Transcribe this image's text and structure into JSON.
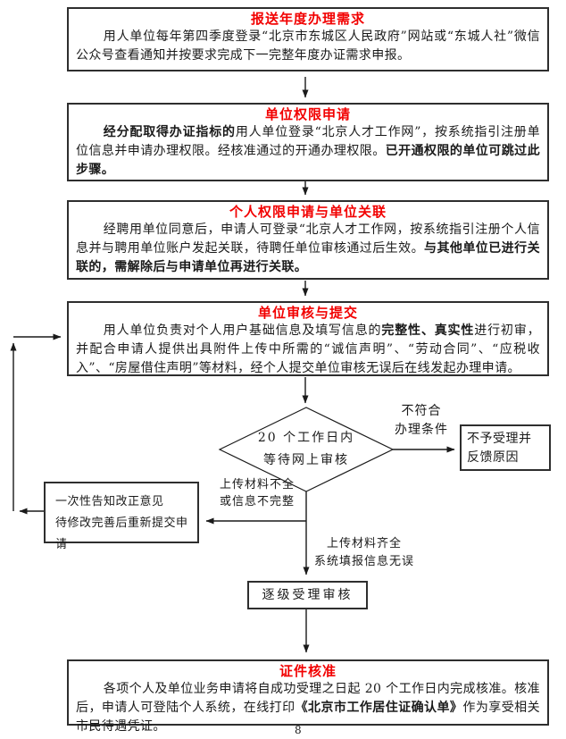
{
  "colors": {
    "title_red": "#f20000",
    "line_black": "#1a1a1a"
  },
  "flow": {
    "box1": {
      "title": "报送年度办理需求",
      "body": "用人单位每年第四季度登录“北京市东城区人民政府”网站或“东城人社”微信公众号查看通知并按要求完成下一完整年度办证需求申报。"
    },
    "box2": {
      "title": "单位权限申请",
      "seg1_bold": "经分配取得办证指标的",
      "seg2": "用人单位登录“北京人才工作网”，按系统指引注册单位信息并申请办理权限。经核准通过的开通办理权限。",
      "seg3_bold": "已开通权限的单位可跳过此步骤。"
    },
    "box3": {
      "title": "个人权限申请与单位关联",
      "seg1": "经聘用单位同意后，申请人可登录“北京人才工作网，按系统指引注册个人信息并与聘用单位账户发起关联，待聘任单位审核通过后生效。",
      "seg2_bold": "与其他单位已进行关联的，需解除后与申请单位再进行关联。"
    },
    "box4": {
      "title": "单位审核与提交",
      "seg1": "用人单位负责对个人用户基础信息及填写信息的",
      "seg2_bold": "完整性、真实性",
      "seg3": "进行初审，并配合申请人提供出具附件上传中所需的“诚信声明”、“劳动合同”、“应税收入”、“房屋借住声明”等材料，经个人提交单位审核无误后在线发起办理申请。"
    },
    "decision": {
      "line1": "20 个工作日内",
      "line2": "等待网上审核"
    },
    "reject_label": {
      "line1": "不符合",
      "line2": "办理条件"
    },
    "reject_box": "不予受理并反馈原因",
    "incomplete_label": {
      "line1": "上传材料不全",
      "line2": "或信息不完整"
    },
    "correction_box": {
      "line1": "一次性告知改正意见",
      "line2": "待修改完善后重新提交申请"
    },
    "complete_label": {
      "line1": "上传材料齐全",
      "line2": "系统填报信息无误"
    },
    "review_box": "逐级受理审核",
    "box5": {
      "title": "证件核准",
      "seg1": "各项个人及单位业务申请将自成功受理之日起 20 个工作日内完成核准。核准后，申请人可登陆个人系统，在线打印",
      "seg2_bold": "《北京市工作居住证确认单》",
      "seg3": "作为享受相关市民待遇凭证。"
    }
  },
  "page": {
    "number": "8"
  }
}
